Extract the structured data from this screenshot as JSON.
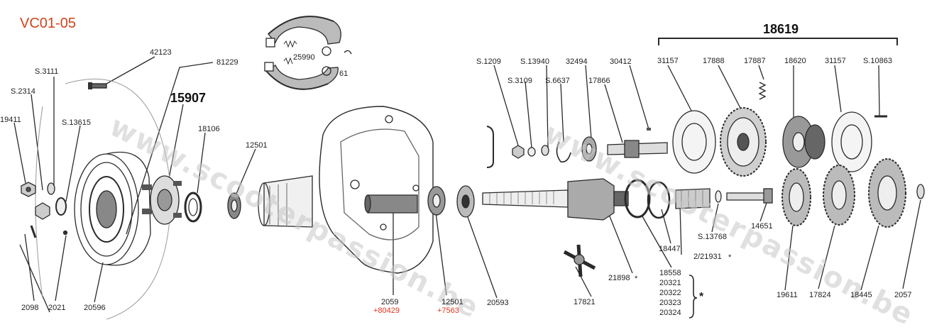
{
  "diagram": {
    "reference": "VC01-05",
    "group_label": "18619",
    "assembly_label": "15907",
    "watermark": "www.scooterpassion.be",
    "part_numbers": {
      "p42123": "42123",
      "p81229": "81229",
      "p25990": "25990",
      "p61": "61",
      "pS3111": "S.3111",
      "pS2314": "S.2314",
      "p19411": "19411",
      "pS13615": "S.13615",
      "p18106": "18106",
      "p12501a": "12501",
      "pS1209": "S.1209",
      "pS3109": "S.3109",
      "pS13940": "S.13940",
      "pS6637": "S.6637",
      "p32494": "32494",
      "p30412": "30412",
      "p17866": "17866",
      "p31157a": "31157",
      "p17888": "17888",
      "p17887": "17887",
      "p18620": "18620",
      "p31157b": "31157",
      "pS10863": "S.10863",
      "p14651": "14651",
      "pS13768": "S.13768",
      "p18447": "18447",
      "p2_21931": "2/21931",
      "star_a": "*",
      "p21898": "21898",
      "star_b": "*",
      "p18558": "18558",
      "p20321": "20321",
      "p20322": "20322",
      "p20323": "20323",
      "p20324": "20324",
      "star_c": "*",
      "p17821": "17821",
      "p2098": "2098",
      "p2021": "2021",
      "p20596": "20596",
      "p2059": "2059",
      "p80429": "+80429",
      "p12501b": "12501",
      "p7563": "+7563",
      "p20593": "20593",
      "p19611": "19611",
      "p17824": "17824",
      "p18445": "18445",
      "p2057": "2057"
    }
  },
  "colors": {
    "ink": "#2a2a2a",
    "reference": "#d0431a",
    "red_codes": "#e0341c",
    "watermark": "#c8c8c8"
  }
}
